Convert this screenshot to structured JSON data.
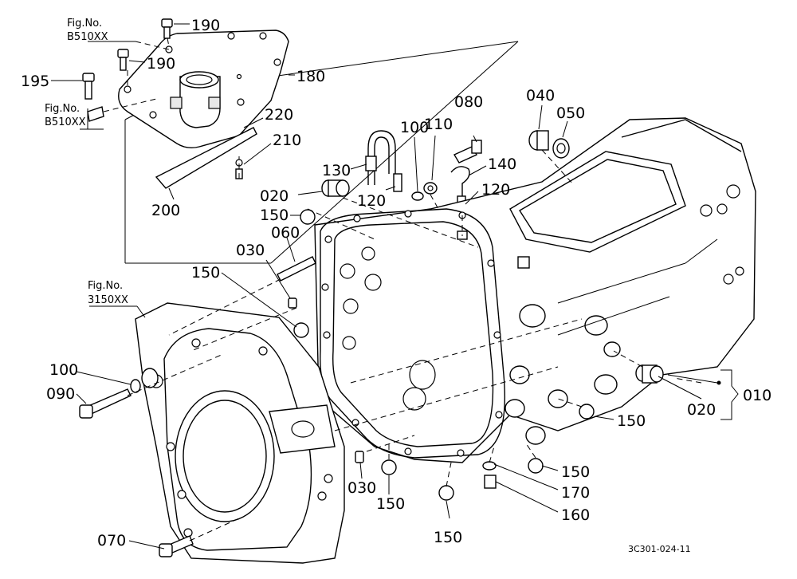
{
  "diagram": {
    "drawing_code": "3C301-024-11",
    "fig_refs": [
      {
        "line1": "Fig.No.",
        "line2": "B510XX"
      },
      {
        "line1": "Fig.No.",
        "line2": "B510XX"
      },
      {
        "line1": "Fig.No.",
        "line2": "3150XX"
      }
    ],
    "callouts": [
      "190",
      "190",
      "195",
      "180",
      "220",
      "210",
      "200",
      "080",
      "110",
      "100",
      "130",
      "140",
      "120",
      "120",
      "040",
      "050",
      "020",
      "150",
      "060",
      "030",
      "150",
      "100",
      "090",
      "150",
      "150",
      "150",
      "170",
      "160",
      "030",
      "150",
      "150",
      "070",
      "020",
      "010"
    ]
  }
}
